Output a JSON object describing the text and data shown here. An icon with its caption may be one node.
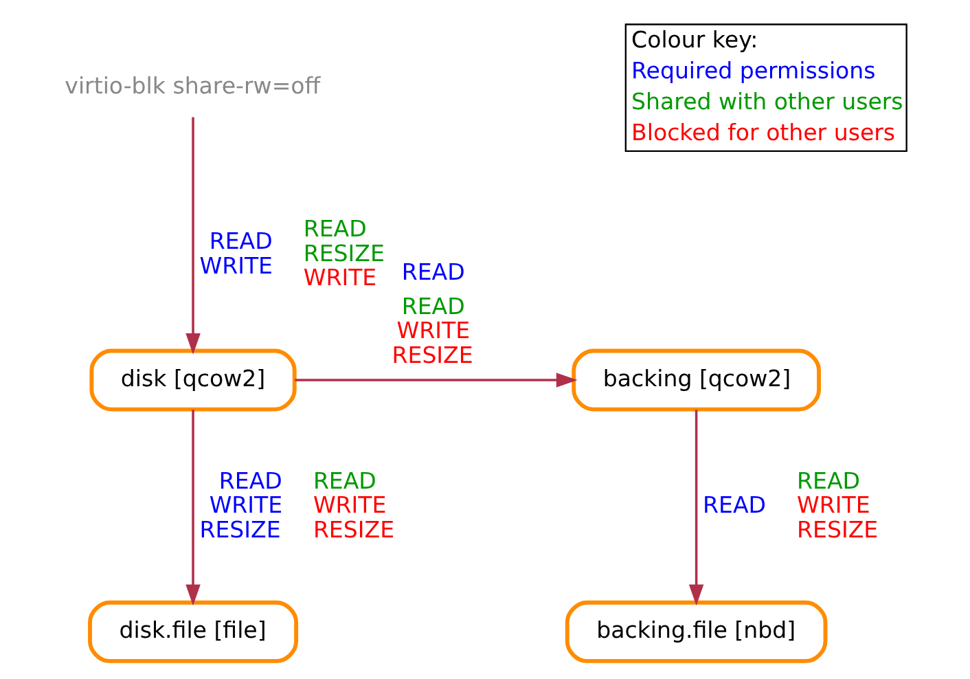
{
  "diagram": {
    "nodes": [
      {
        "text": [
          "virtio-blk share-rw=off"
        ]
      },
      {
        "text": [
          "disk [qcow2]"
        ]
      },
      {
        "text": [
          "backing [qcow2]"
        ]
      },
      {
        "text": [
          "disk.file [file]"
        ]
      },
      {
        "text": [
          "backing.file [nbd]"
        ]
      }
    ],
    "edges": [
      {
        "from": 0,
        "to": 1,
        "arrow": "to",
        "label": "READ WRITE READ RESIZE WRITE"
      },
      {
        "from": 1,
        "to": 2,
        "arrow": "to",
        "label": "READ READ WRITE RESIZE"
      },
      {
        "from": 1,
        "to": 3,
        "arrow": "to",
        "label": "READ WRITE RESIZE READ WRITE RESIZE"
      },
      {
        "from": 2,
        "to": 4,
        "arrow": "to",
        "label": "READ READ WRITE RESIZE"
      }
    ],
    "labels": [
      "Colour key:"
    ],
    "legend": [
      {
        "text": "Required permissions",
        "color": "#0000ff"
      },
      {
        "text": "Shared with other users",
        "color": "#009900"
      },
      {
        "text": "Blocked for other users",
        "color": "#ff0000"
      }
    ]
  }
}
